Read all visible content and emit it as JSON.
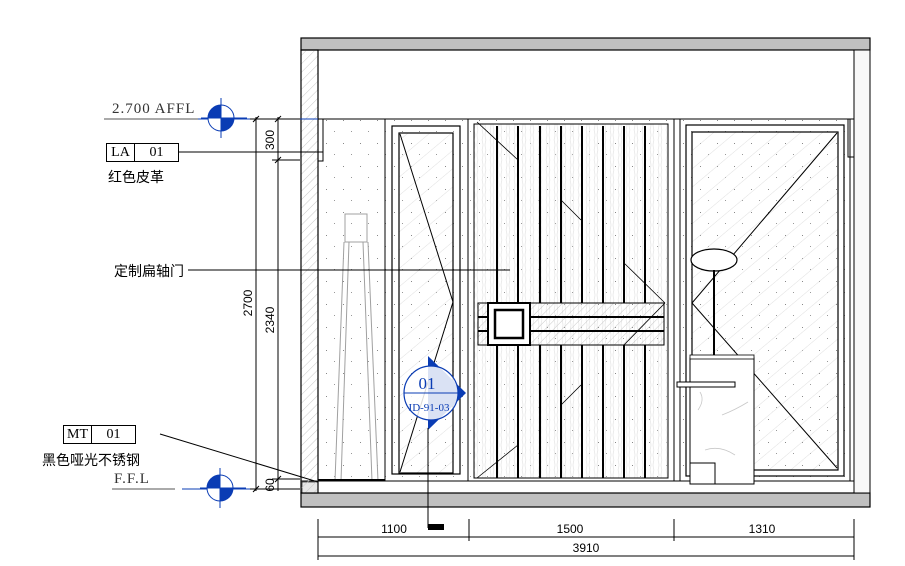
{
  "drawing": {
    "type": "interior elevation",
    "colors": {
      "line": "#000000",
      "accent_blue": "#0a3cb4",
      "slab_gray": "#c0c0c0",
      "hatch_gray": "#cccccc"
    }
  },
  "levels": [
    {
      "label": "2.700 AFFL",
      "icon": "level-marker-icon"
    },
    {
      "label": "F.F.L",
      "icon": "level-marker-icon"
    }
  ],
  "material_tags": [
    {
      "code": "LA",
      "number": "01",
      "description": "红色皮革"
    },
    {
      "code": "MT",
      "number": "01",
      "description": "黑色哑光不锈钢"
    }
  ],
  "annotations": {
    "door": "定制扁轴门"
  },
  "section_callout": {
    "number": "01",
    "sheet": "ID-91-03"
  },
  "vertical_dimensions": {
    "overall": "2700",
    "segments": [
      "300",
      "2340",
      "60"
    ]
  },
  "horizontal_dimensions": {
    "segments": [
      "1100",
      "1500",
      "1310"
    ],
    "overall": "3910"
  }
}
